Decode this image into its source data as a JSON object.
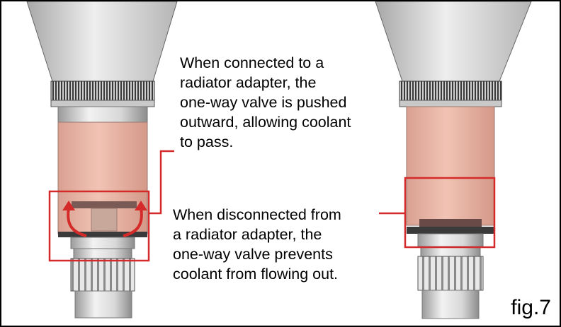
{
  "notes": {
    "connected": {
      "lines": [
        "When connected to a",
        "radiator adapter, the",
        "one-way valve is pushed",
        "outward, allowing coolant",
        "to pass."
      ]
    },
    "disconnected": {
      "lines": [
        "When disconnected from",
        "a radiator adapter, the",
        "one-way valve prevents",
        "coolant from flowing out."
      ]
    }
  },
  "figure_label": "fig.7",
  "colors": {
    "callout": "#d42a2a",
    "coolant": "#e9b2a2",
    "metal_light": "#e6e6e6",
    "metal_dark": "#555555"
  }
}
